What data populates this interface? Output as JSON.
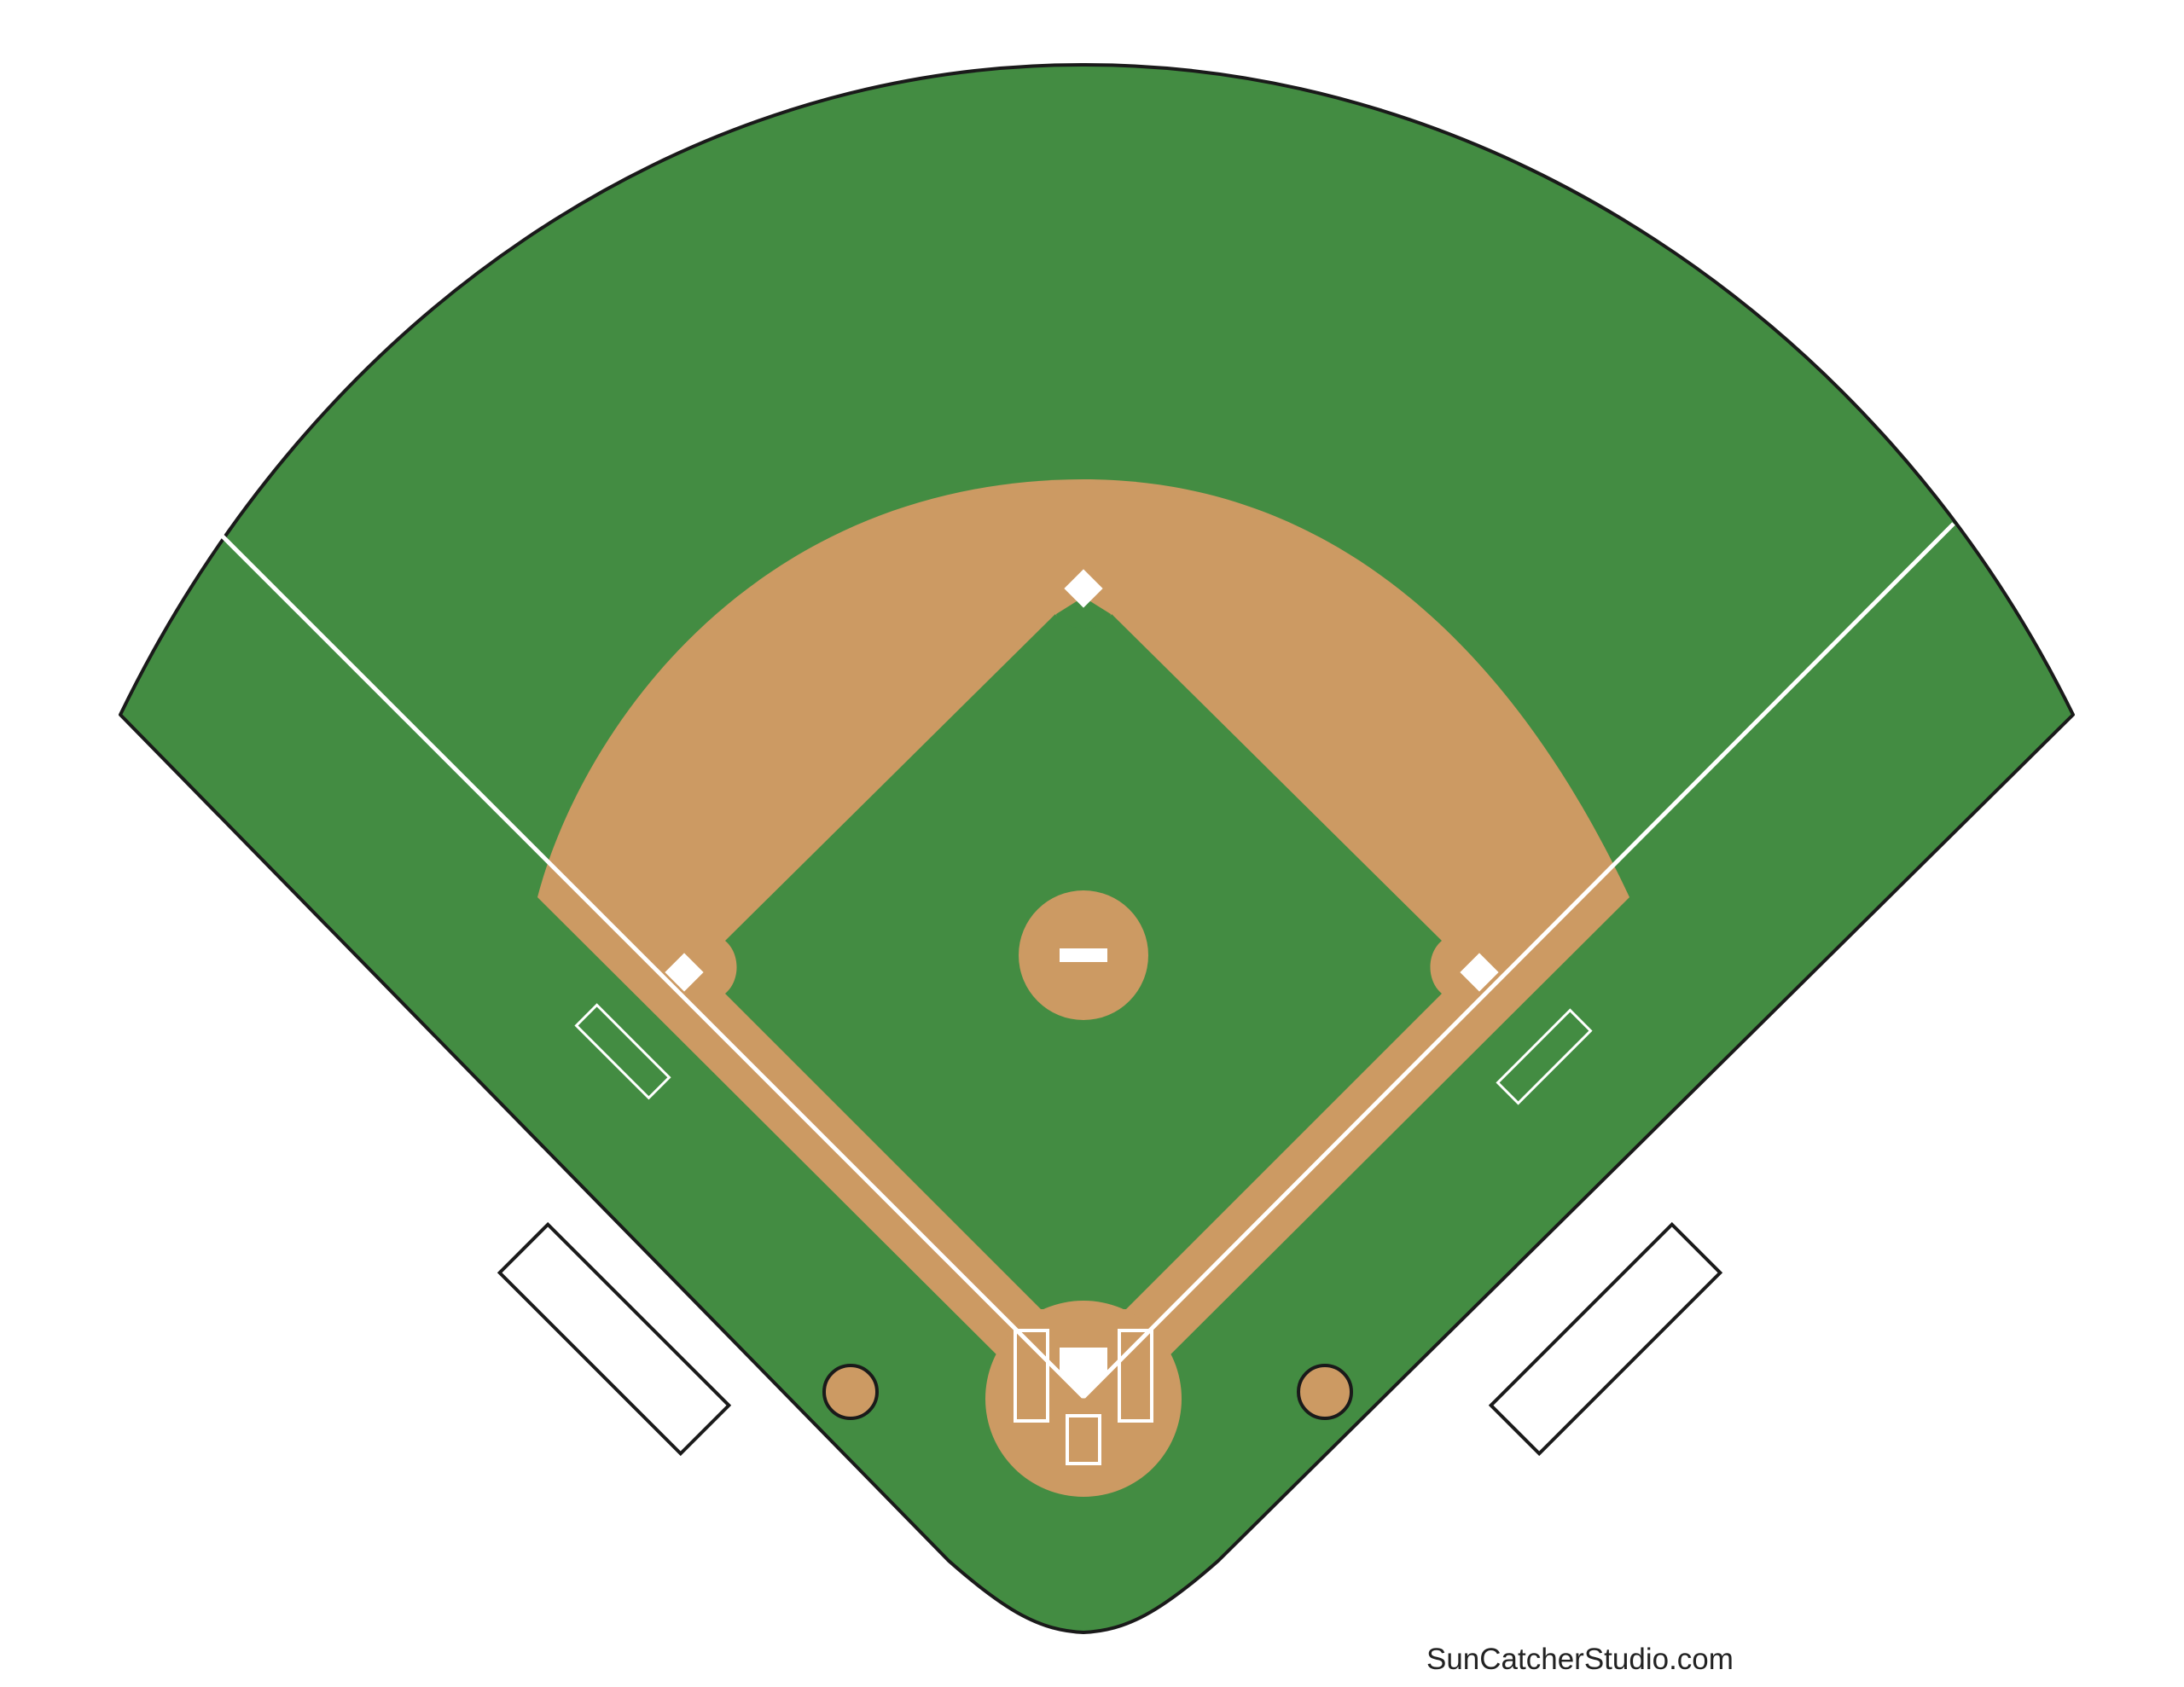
{
  "credit": {
    "text": "SunCatcherStudio.com"
  },
  "colors": {
    "grass": "#438c42",
    "dirt": "#cc9a63",
    "chalk": "#ffffff",
    "outline": "#1a1a1a",
    "background": "#ffffff"
  },
  "field": {
    "bases": [
      "home-plate",
      "first-base",
      "second-base",
      "third-base"
    ],
    "features": [
      "outfield-grass",
      "infield-dirt",
      "infield-grass",
      "pitchers-mound",
      "pitchers-rubber",
      "home-plate-circle",
      "batters-boxes",
      "catchers-box",
      "foul-lines",
      "coaches-boxes",
      "on-deck-circles",
      "dugouts"
    ]
  }
}
